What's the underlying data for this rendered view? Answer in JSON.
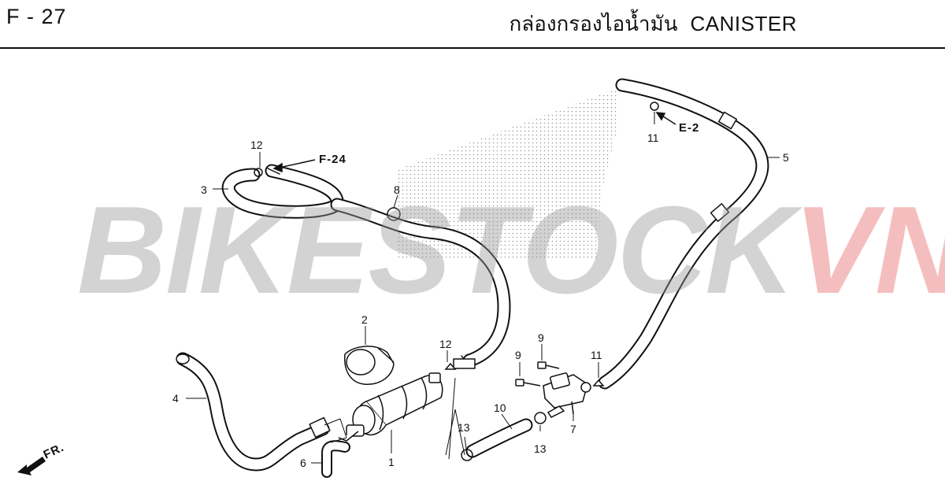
{
  "header": {
    "code": "F - 27",
    "title_th": "กล่องกรองไอน้ำมัน",
    "title_en": "CANISTER"
  },
  "watermark": {
    "part1": "BIKESTOCK",
    "part2": "VN"
  },
  "refs": {
    "f24": "F-24",
    "e2": "E-2",
    "fr": "FR."
  },
  "callouts": {
    "c1": "1",
    "c2": "2",
    "c3": "3",
    "c4": "4",
    "c5": "5",
    "c6": "6",
    "c7": "7",
    "c8": "8",
    "c9a": "9",
    "c9b": "9",
    "c10": "10",
    "c11a": "11",
    "c11b": "11",
    "c12a": "12",
    "c12b": "12",
    "c13a": "13",
    "c13b": "13"
  }
}
